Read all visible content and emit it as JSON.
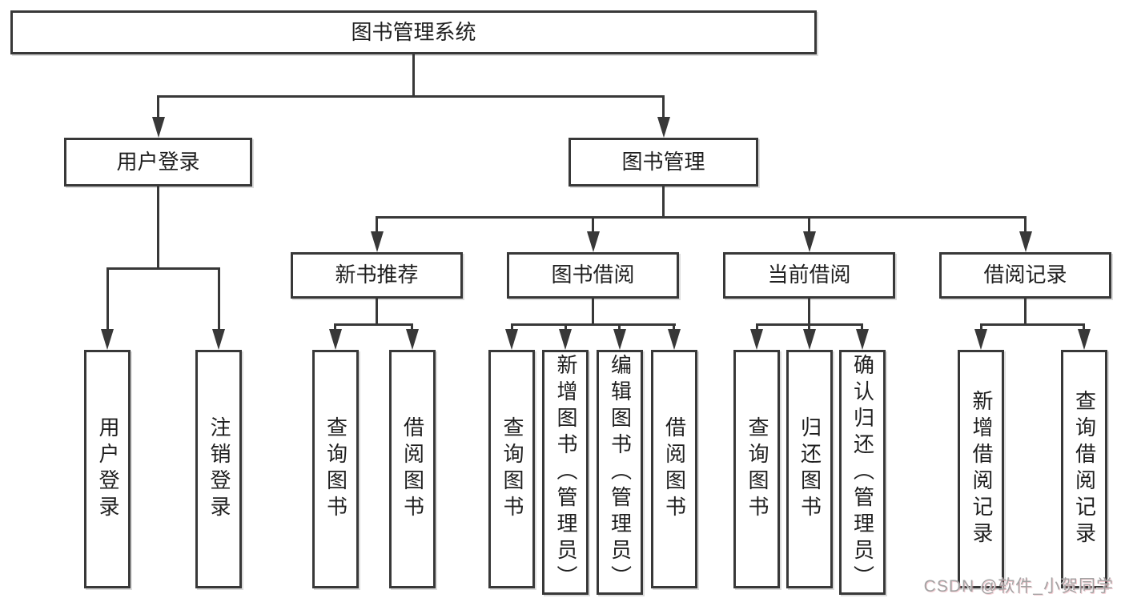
{
  "diagram": {
    "title": "图书管理系统",
    "level2": [
      {
        "label": "用户登录"
      },
      {
        "label": "图书管理"
      }
    ],
    "level3": [
      {
        "label": "新书推荐",
        "parent": "图书管理"
      },
      {
        "label": "图书借阅",
        "parent": "图书管理"
      },
      {
        "label": "当前借阅",
        "parent": "图书管理"
      },
      {
        "label": "借阅记录",
        "parent": "图书管理"
      }
    ],
    "leaves": [
      {
        "label": "用户登录",
        "parent": "用户登录"
      },
      {
        "label": "注销登录",
        "parent": "用户登录"
      },
      {
        "label": "查询图书",
        "parent": "新书推荐"
      },
      {
        "label": "借阅图书",
        "parent": "新书推荐"
      },
      {
        "label": "查询图书",
        "parent": "图书借阅"
      },
      {
        "label": "新增图书（管理员）",
        "parent": "图书借阅"
      },
      {
        "label": "编辑图书（管理员）",
        "parent": "图书借阅"
      },
      {
        "label": "借阅图书",
        "parent": "图书借阅"
      },
      {
        "label": "查询图书",
        "parent": "当前借阅"
      },
      {
        "label": "归还图书",
        "parent": "当前借阅"
      },
      {
        "label": "确认归还（管理员）",
        "parent": "当前借阅"
      },
      {
        "label": "新增借阅记录",
        "parent": "借阅记录"
      },
      {
        "label": "查询借阅记录",
        "parent": "借阅记录"
      }
    ]
  },
  "watermark": {
    "text": "CSDN @软件_小贺同学"
  },
  "colors": {
    "line": "#383838",
    "box_border": "#383838",
    "text": "#1f1f1f",
    "background": "#ffffff",
    "watermark": "#a3a3a3"
  }
}
